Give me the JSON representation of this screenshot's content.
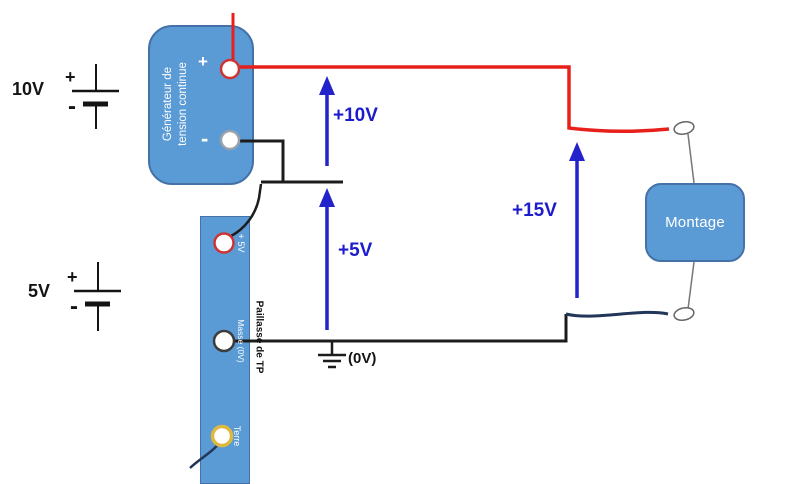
{
  "colors": {
    "block_fill": "#5b9bd5",
    "block_border": "#4472a8",
    "wire_red": "#e8201c",
    "wire_black": "#1c1c1c",
    "wire_navy": "#22365a",
    "arrow_blue": "#2323cc",
    "label_blue": "#1c1ccd",
    "plus_ring": "#cc3333",
    "minus_ring": "#98a2ae",
    "masse_ring": "#3c3c3c",
    "terre_ring": "#dfb93e"
  },
  "generator": {
    "label": "Générateur de tension continue",
    "plus": "+",
    "minus": "-"
  },
  "paillasse": {
    "label": "Paillasse de TP",
    "terminals": [
      {
        "label": "+ 5V"
      },
      {
        "label": "Masse (0V)"
      },
      {
        "label": "Terre"
      }
    ]
  },
  "montage": {
    "label": "Montage"
  },
  "batteries": [
    {
      "value": "10V",
      "plus": "+",
      "minus": "-"
    },
    {
      "value": "5V",
      "plus": "+",
      "minus": "-"
    }
  ],
  "annotations": {
    "arrow_10v": "+10V",
    "arrow_5v": "+5V",
    "arrow_15v": "+15V",
    "ground": "(0V)"
  }
}
